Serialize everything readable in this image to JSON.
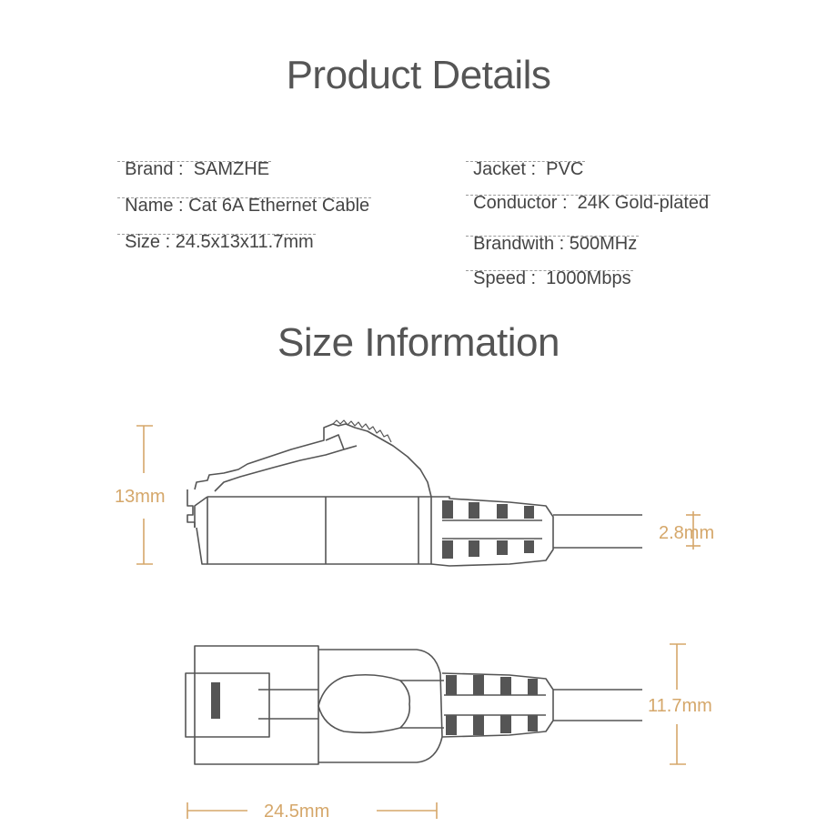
{
  "titles": {
    "product": "Product Details",
    "size": "Size Information"
  },
  "specs_left": [
    {
      "text": "Brand :  SAMZHE"
    },
    {
      "text": "Name : Cat 6A Ethernet Cable"
    },
    {
      "text": "Size : 24.5x13x11.7mm"
    }
  ],
  "specs_right": [
    {
      "text": "Jacket :  PVC"
    },
    {
      "text": "Conductor :  24K Gold-plated"
    },
    {
      "text": "Brandwith : 500MHz"
    },
    {
      "text": "Speed :  1000Mbps"
    }
  ],
  "dimensions": {
    "height": "13mm",
    "cable": "2.8mm",
    "width": "11.7mm",
    "length": "24.5mm"
  },
  "colors": {
    "dimension": "#d5a76a",
    "line": "#555555"
  }
}
